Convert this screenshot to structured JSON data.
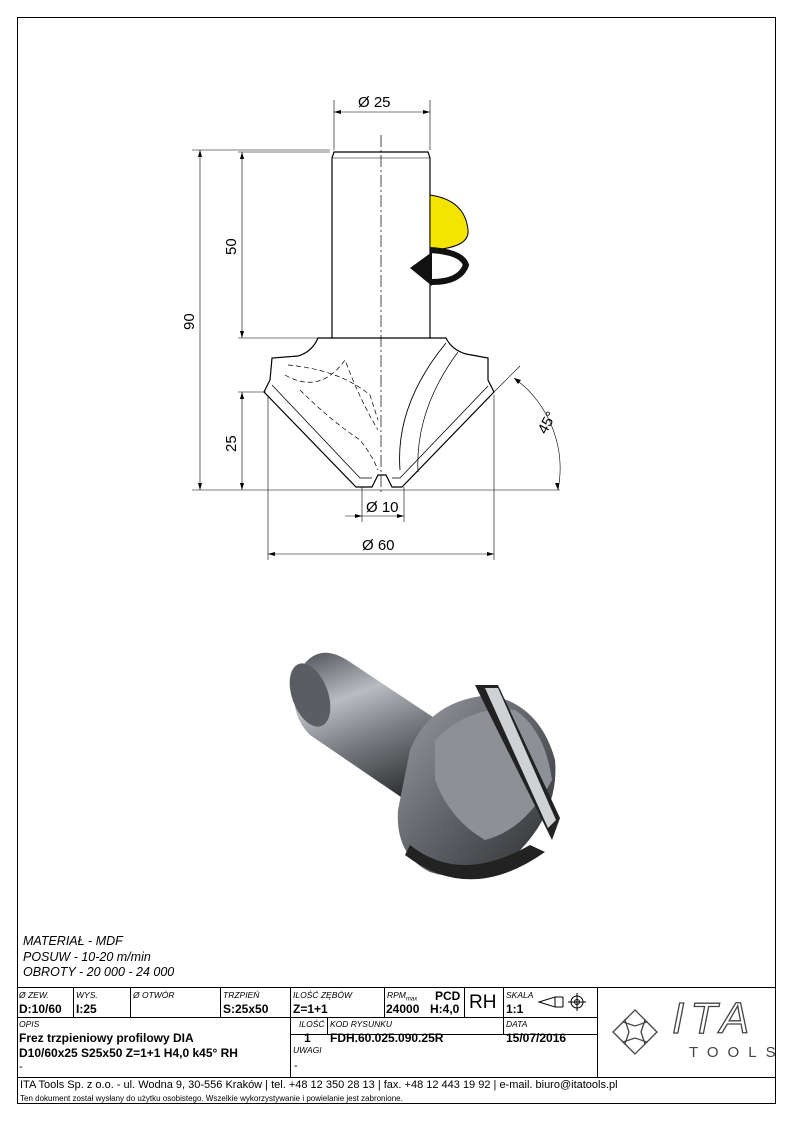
{
  "drawing": {
    "dims": {
      "shank_dia": "Ø 25",
      "shank_len": "50",
      "total_len": "90",
      "cut_height": "25",
      "angle": "45°",
      "tip_dia": "Ø 10",
      "outer_dia": "Ø 60"
    }
  },
  "notes": {
    "material": "MATERIAŁ - MDF",
    "feed": "POSUW - 10-20 m/min",
    "speed": "OBROTY - 20 000 - 24 000"
  },
  "title_block": {
    "dia_label": "Ø ZEW.",
    "dia_value": "D:10/60",
    "height_label": "WYS.",
    "height_value": "I:25",
    "bore_label": "Ø OTWÓR",
    "shank_label": "TRZPIEŃ",
    "shank_value": "S:25x50",
    "teeth_label": "ILOŚĆ ZĘBÓW",
    "teeth_value": "Z=1+1",
    "rpm_label": "RPM",
    "rpm_sub": "max",
    "rpm_value": "24000",
    "pcd_label": "PCD",
    "pcd_value": "H:4,0",
    "rotation": "RH",
    "scale_label": "SKALA",
    "scale_value": "1:1",
    "desc_label": "OPIS",
    "desc_line1": "Frez trzpieniowy profilowy DIA",
    "desc_line2": "D10/60x25 S25x50 Z=1+1 H4,0 k45° RH",
    "desc_line3": "-",
    "qty_label": "ILOŚĆ",
    "qty_value": "1",
    "code_label": "KOD RYSUNKU",
    "code_value": "FDH.60.025.090.25R",
    "date_label": "DATA",
    "date_value": "15/07/2016",
    "remarks_label": "UWAGI",
    "remarks_value": "-",
    "logo_main": "ITA",
    "logo_sub": "TOOLS"
  },
  "footer": {
    "company": "ITA Tools Sp. z o.o. - ul. Wodna 9, 30-556 Kraków | tel. +48 12 350 28 13 | fax. +48 12 443 19 92 | e-mail. biuro@itatools.pl",
    "disclaimer": "Ten dokument został wysłany do użytku osobistego. Wszelkie wykorzystywanie i powielanie jest zabronione."
  },
  "colors": {
    "highlight": "#f5e400",
    "tool_dark": "#3a3d40",
    "tool_mid": "#6b6f73",
    "tool_light": "#a8acb0"
  }
}
